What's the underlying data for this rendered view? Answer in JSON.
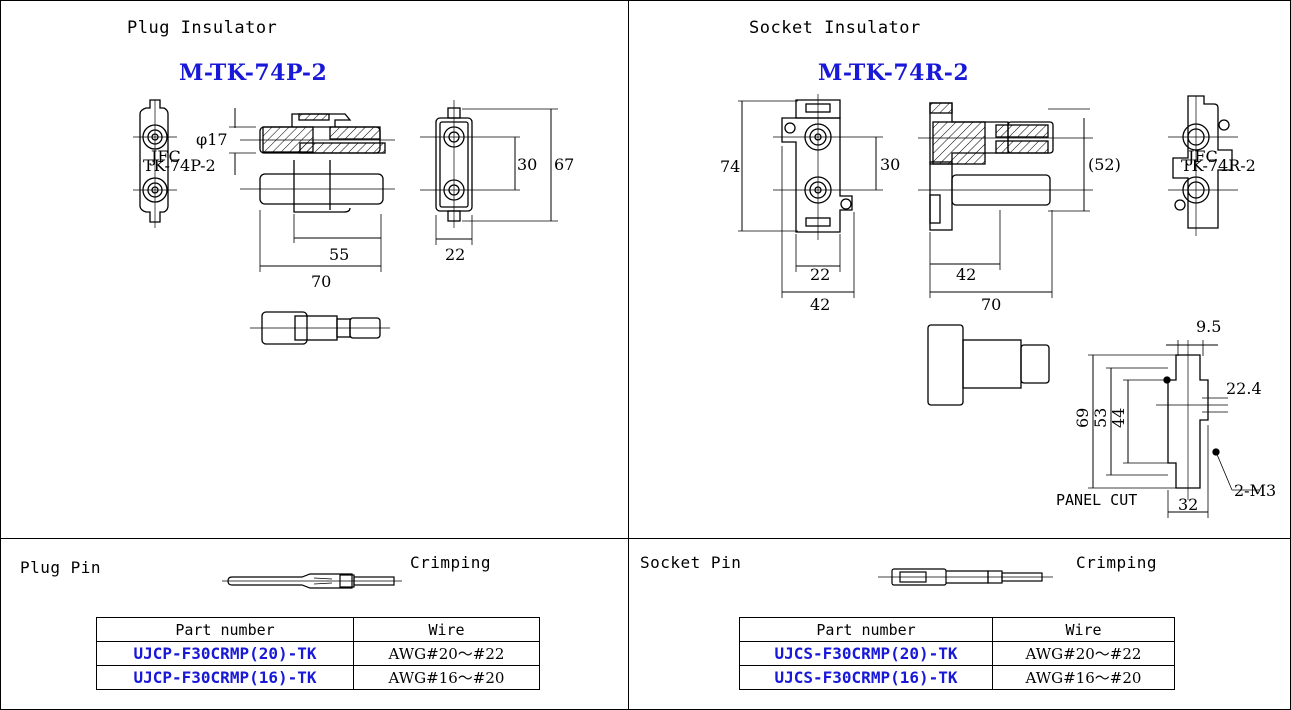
{
  "plug": {
    "heading": "Plug Insulator",
    "model": "M-TK-74P-2",
    "dims": {
      "d17": "φ17",
      "d30": "30",
      "d67": "67",
      "d55": "55",
      "d70": "70",
      "d22": "22"
    },
    "face_label": {
      "brand": "JFC",
      "code": "TK-74P-2"
    }
  },
  "socket": {
    "heading": "Socket Insulator",
    "model": "M-TK-74R-2",
    "dims": {
      "d74": "74",
      "d30": "30",
      "d52": "(52)",
      "d22": "22",
      "d42a": "42",
      "d42b": "42",
      "d70": "70"
    },
    "face_label": {
      "brand": "JFC",
      "code": "TK-74R-2"
    },
    "panel": {
      "label": "PANEL CUT",
      "d9_5": "9.5",
      "d22_4": "22.4",
      "d69": "69",
      "d53": "53",
      "d44": "44",
      "d32": "32",
      "m3": "2-M3"
    }
  },
  "plug_pin": {
    "heading": "Plug Pin",
    "crimp": "Crimping",
    "table": {
      "headers": [
        "Part number",
        "Wire"
      ],
      "rows": [
        [
          "UJCP-F30CRMP(20)-TK",
          "AWG#20～#22"
        ],
        [
          "UJCP-F30CRMP(16)-TK",
          "AWG#16～#20"
        ]
      ]
    }
  },
  "socket_pin": {
    "heading": "Socket Pin",
    "crimp": "Crimping",
    "table": {
      "headers": [
        "Part number",
        "Wire"
      ],
      "rows": [
        [
          "UJCS-F30CRMP(20)-TK",
          "AWG#20～#22"
        ],
        [
          "UJCS-F30CRMP(16)-TK",
          "AWG#16～#20"
        ]
      ]
    }
  }
}
